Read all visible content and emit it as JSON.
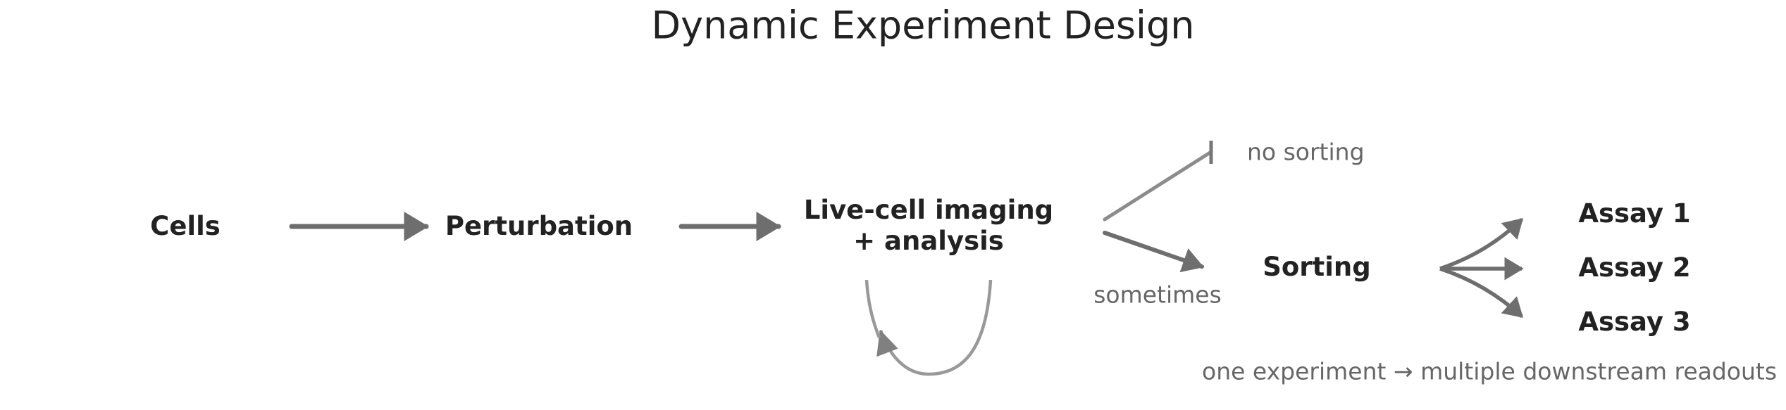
{
  "title": "Dynamic Experiment Design",
  "nodes": {
    "cells": "Cells",
    "perturbation": "Perturbation",
    "imaging_line1": "Live-cell imaging",
    "imaging_line2": "+ analysis",
    "sorting": "Sorting",
    "assays": [
      "Assay 1",
      "Assay 2",
      "Assay 3"
    ]
  },
  "labels": {
    "no_sorting": "no sorting",
    "sometimes": "sometimes",
    "footer": "one experiment → multiple downstream readouts"
  },
  "colors": {
    "text": "#222222",
    "note": "#666666",
    "arrow_dark": "#6e6e6e",
    "arrow_light": "#999999"
  }
}
